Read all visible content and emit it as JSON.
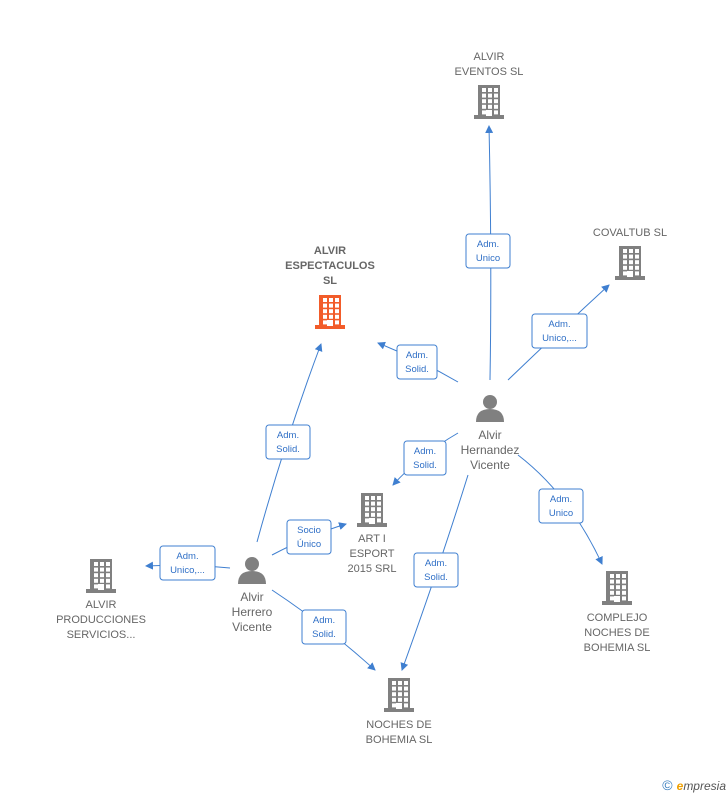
{
  "colors": {
    "company": "#808080",
    "main_company": "#f25c2a",
    "person": "#808080",
    "edge": "#3f7fd0"
  },
  "companies": [
    {
      "id": "eventos",
      "lines": [
        "ALVIR",
        "EVENTOS  SL"
      ],
      "main": false
    },
    {
      "id": "covaltub",
      "lines": [
        "COVALTUB SL"
      ],
      "main": false
    },
    {
      "id": "espectaculos",
      "lines": [
        "ALVIR",
        "ESPECTACULOS",
        "SL"
      ],
      "main": true
    },
    {
      "id": "artiesport",
      "lines": [
        "ART I",
        "ESPORT",
        "2015 SRL"
      ],
      "main": false
    },
    {
      "id": "producciones",
      "lines": [
        "ALVIR",
        "PRODUCCIONES",
        "SERVICIOS..."
      ],
      "main": false
    },
    {
      "id": "complejo",
      "lines": [
        "COMPLEJO",
        "NOCHES DE",
        "BOHEMIA  SL"
      ],
      "main": false
    },
    {
      "id": "noches",
      "lines": [
        "NOCHES DE",
        "BOHEMIA  SL"
      ],
      "main": false
    }
  ],
  "people": [
    {
      "id": "hernandez",
      "lines": [
        "Alvir",
        "Hernandez",
        "Vicente"
      ]
    },
    {
      "id": "herrero",
      "lines": [
        "Alvir",
        "Herrero",
        "Vicente"
      ]
    }
  ],
  "edges": [
    {
      "from": "hernandez",
      "to": "eventos",
      "label": [
        "Adm.",
        "Unico"
      ]
    },
    {
      "from": "hernandez",
      "to": "covaltub",
      "label": [
        "Adm.",
        "Unico,..."
      ]
    },
    {
      "from": "hernandez",
      "to": "espectaculos",
      "label": [
        "Adm.",
        "Solid."
      ]
    },
    {
      "from": "hernandez",
      "to": "artiesport",
      "label": [
        "Adm.",
        "Solid."
      ]
    },
    {
      "from": "hernandez",
      "to": "complejo",
      "label": [
        "Adm.",
        "Unico"
      ]
    },
    {
      "from": "hernandez",
      "to": "noches",
      "label": [
        "Adm.",
        "Solid."
      ]
    },
    {
      "from": "herrero",
      "to": "espectaculos",
      "label": [
        "Adm.",
        "Solid."
      ]
    },
    {
      "from": "herrero",
      "to": "artiesport",
      "label": [
        "Socio",
        "Único"
      ]
    },
    {
      "from": "herrero",
      "to": "producciones",
      "label": [
        "Adm.",
        "Unico,..."
      ]
    },
    {
      "from": "herrero",
      "to": "noches",
      "label": [
        "Adm.",
        "Solid."
      ]
    }
  ],
  "footer": {
    "copyright_symbol": "©",
    "brand_first": "e",
    "brand_rest": "mpresia"
  }
}
